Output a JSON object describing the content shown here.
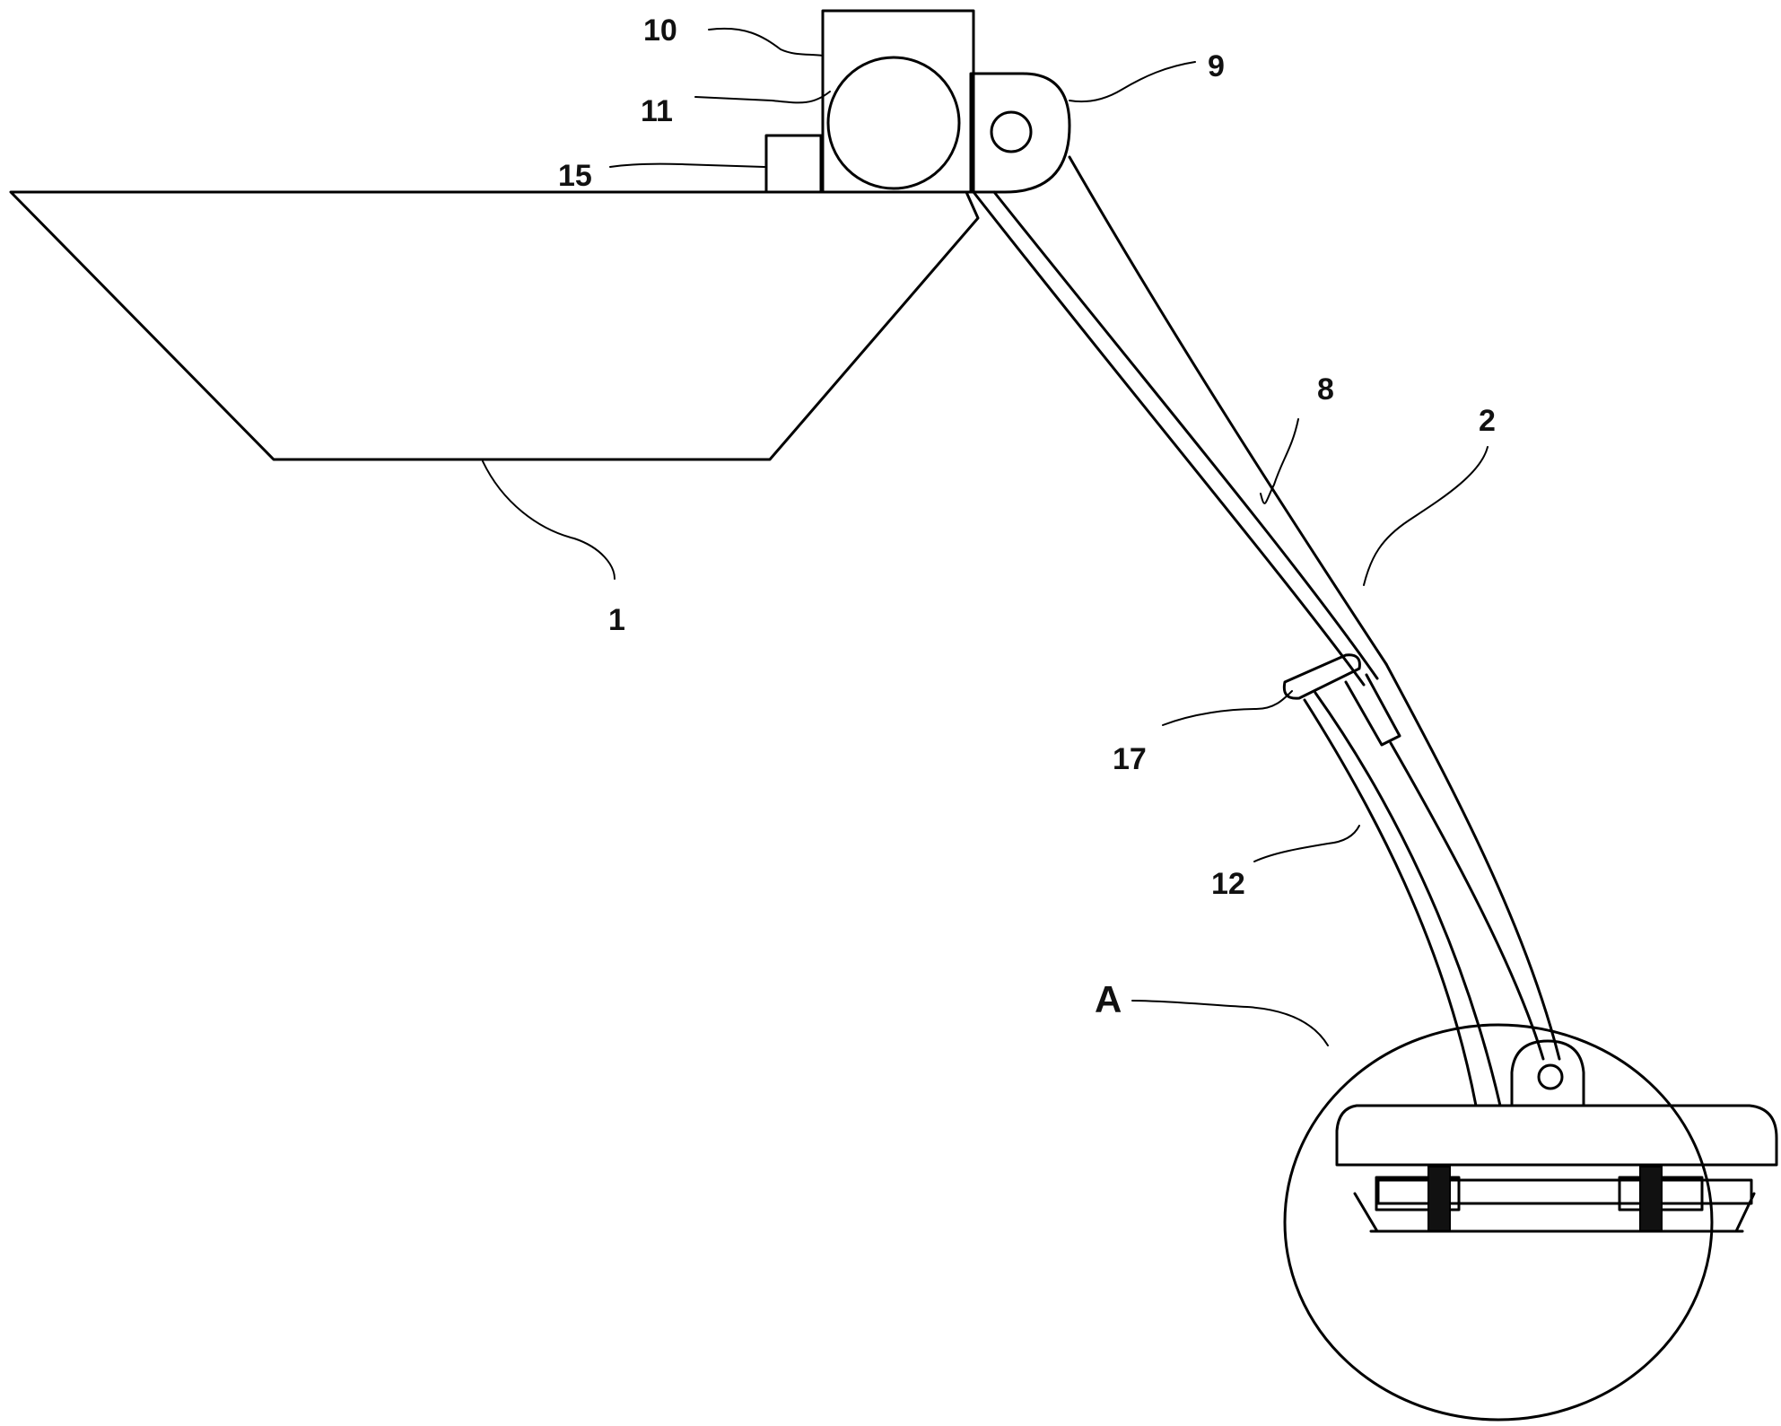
{
  "labels": {
    "l1": "1",
    "l2": "2",
    "l8": "8",
    "l9": "9",
    "l10": "10",
    "l11": "11",
    "l12": "12",
    "l15": "15",
    "l17": "17",
    "lA": "A"
  }
}
